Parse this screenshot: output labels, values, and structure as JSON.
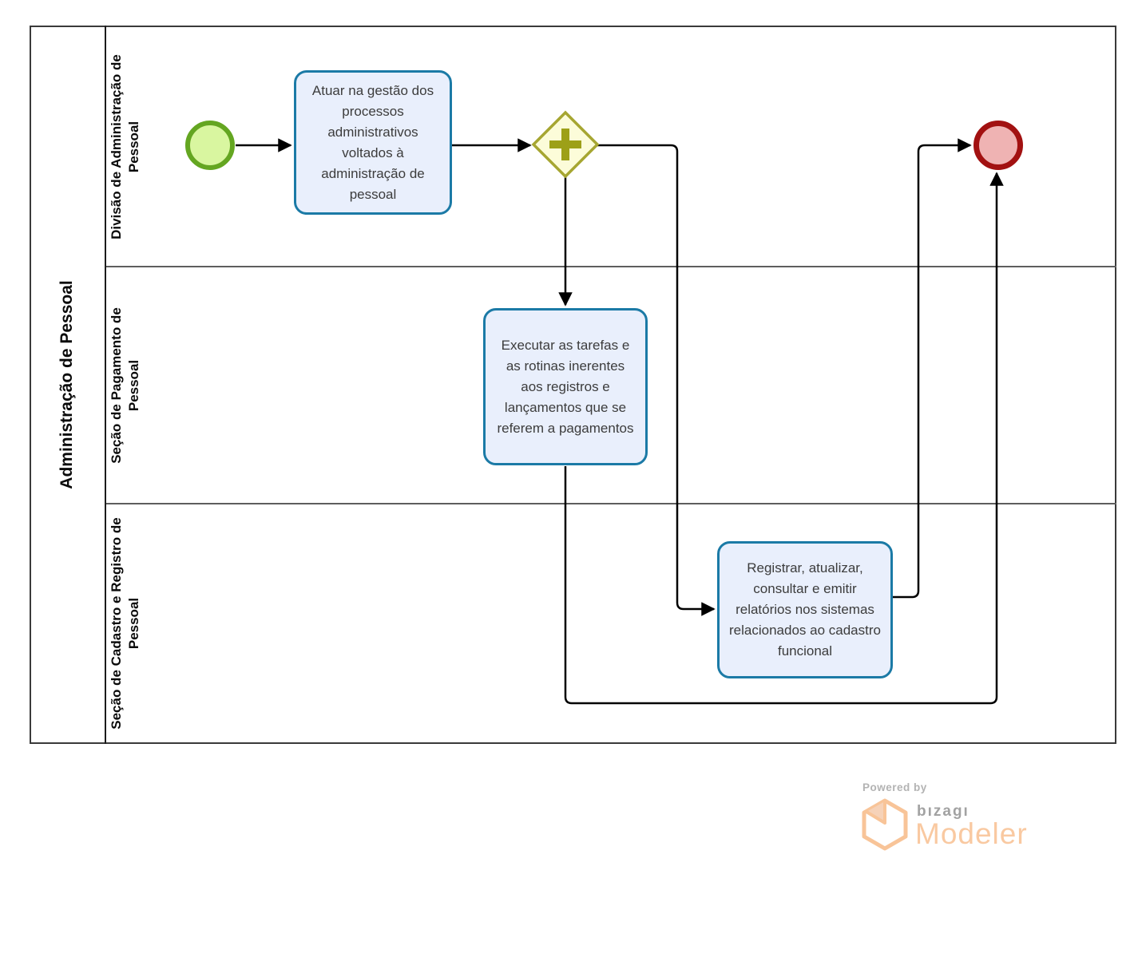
{
  "diagram": {
    "pool": {
      "label": "Administração de Pessoal"
    },
    "lanes": [
      {
        "label": "Divisão de Administração de Pessoal"
      },
      {
        "label": "Seção de Pagamento de Pessoal"
      },
      {
        "label": "Seção de Cadastro e Registro de Pessoal"
      }
    ],
    "nodes": {
      "start_event": {
        "type": "start-event"
      },
      "parallel_gateway": {
        "type": "parallel-gateway",
        "icon": "plus-icon"
      },
      "end_event": {
        "type": "end-event"
      },
      "task_gestao": {
        "label": "Atuar na gestão dos processos administrativos voltados à administração de pessoal"
      },
      "task_pagamentos": {
        "label": "Executar as tarefas e as rotinas inerentes aos registros e lançamentos  que se referem a pagamentos"
      },
      "task_cadastro": {
        "label": "Registrar, atualizar, consultar e emitir relatórios nos sistemas relacionados ao cadastro funcional"
      }
    },
    "colors": {
      "task_fill": "#e9effc",
      "task_border": "#1b7aa6",
      "start_fill": "#d9f6a0",
      "start_border": "#64a621",
      "end_fill": "#efb3b3",
      "end_border": "#a21111",
      "gateway_fill": "#fcfcd9",
      "gateway_border": "#a6a631",
      "gateway_plus": "#9da018",
      "flow": "#000000",
      "pool_border": "#3a3a3a",
      "brand_orange": "#f9c9a1",
      "brand_gray": "#a2a2a2"
    }
  },
  "footer": {
    "powered_by": "Powered by",
    "brand": "bızagı",
    "product": "Modeler"
  }
}
